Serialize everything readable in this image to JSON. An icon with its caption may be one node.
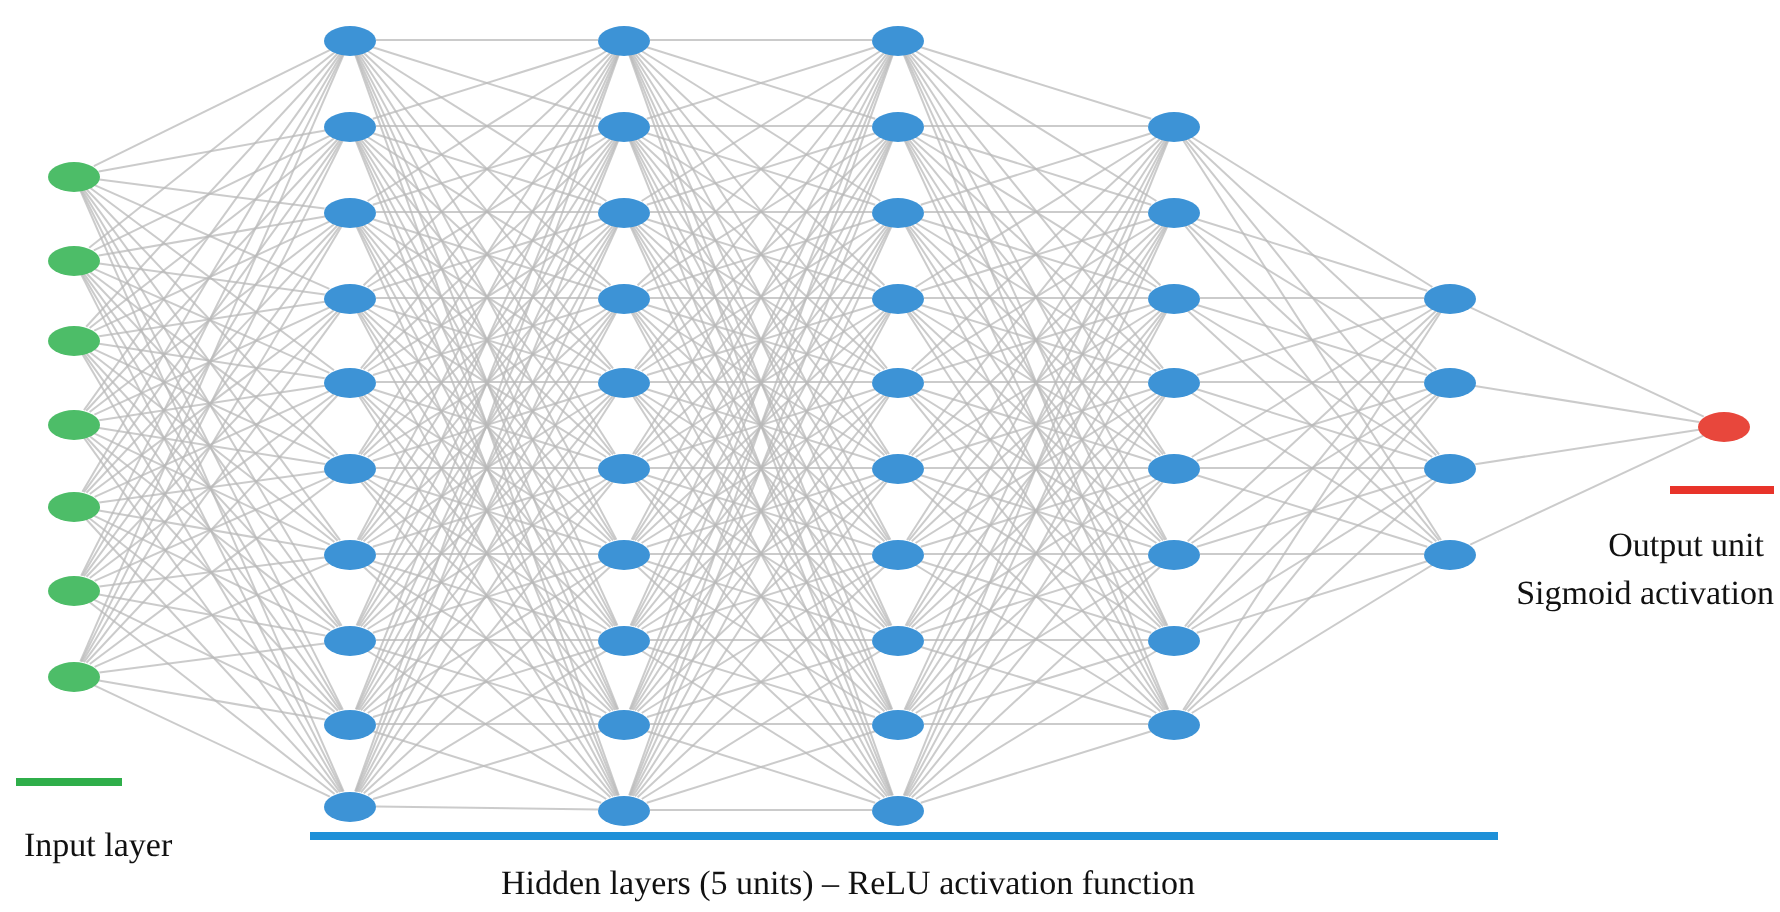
{
  "diagram": {
    "nodes": [
      {
        "text": [],
        "shape": "circle"
      },
      {
        "text": [],
        "shape": "circle"
      },
      {
        "text": [],
        "shape": "circle"
      },
      {
        "text": [],
        "shape": "circle"
      },
      {
        "text": [],
        "shape": "circle"
      },
      {
        "text": [],
        "shape": "circle"
      },
      {
        "text": [],
        "shape": "circle"
      },
      {
        "text": [],
        "shape": "circle"
      },
      {
        "text": [],
        "shape": "circle"
      },
      {
        "text": [],
        "shape": "circle"
      },
      {
        "text": [],
        "shape": "circle"
      },
      {
        "text": [],
        "shape": "circle"
      },
      {
        "text": [],
        "shape": "circle"
      },
      {
        "text": [],
        "shape": "circle"
      },
      {
        "text": [],
        "shape": "circle"
      },
      {
        "text": [],
        "shape": "circle"
      },
      {
        "text": [],
        "shape": "circle"
      },
      {
        "text": [],
        "shape": "circle"
      },
      {
        "text": [],
        "shape": "circle"
      },
      {
        "text": [],
        "shape": "circle"
      },
      {
        "text": [],
        "shape": "circle"
      },
      {
        "text": [],
        "shape": "circle"
      },
      {
        "text": [],
        "shape": "circle"
      },
      {
        "text": [],
        "shape": "circle"
      },
      {
        "text": [],
        "shape": "circle"
      },
      {
        "text": [],
        "shape": "circle"
      },
      {
        "text": [],
        "shape": "circle"
      },
      {
        "text": [],
        "shape": "circle"
      },
      {
        "text": [],
        "shape": "circle"
      },
      {
        "text": [],
        "shape": "circle"
      },
      {
        "text": [],
        "shape": "circle"
      },
      {
        "text": [],
        "shape": "circle"
      },
      {
        "text": [],
        "shape": "circle"
      },
      {
        "text": [],
        "shape": "circle"
      },
      {
        "text": [],
        "shape": "circle"
      },
      {
        "text": [],
        "shape": "circle"
      },
      {
        "text": [],
        "shape": "circle"
      },
      {
        "text": [],
        "shape": "circle"
      },
      {
        "text": [],
        "shape": "circle"
      },
      {
        "text": [],
        "shape": "circle"
      },
      {
        "text": [],
        "shape": "circle"
      },
      {
        "text": [],
        "shape": "circle"
      },
      {
        "text": [],
        "shape": "circle"
      },
      {
        "text": [],
        "shape": "circle"
      },
      {
        "text": [],
        "shape": "circle"
      },
      {
        "text": [],
        "shape": "circle"
      },
      {
        "text": [],
        "shape": "circle"
      },
      {
        "text": [],
        "shape": "circle"
      },
      {
        "text": [],
        "shape": "circle"
      },
      {
        "text": [],
        "shape": "circle"
      }
    ],
    "edges": [
      {
        "from": 0,
        "to": 7,
        "arrow": "none"
      },
      {
        "from": 0,
        "to": 8,
        "arrow": "none"
      },
      {
        "from": 0,
        "to": 9,
        "arrow": "none"
      },
      {
        "from": 0,
        "to": 10,
        "arrow": "none"
      },
      {
        "from": 0,
        "to": 11,
        "arrow": "none"
      },
      {
        "from": 0,
        "to": 12,
        "arrow": "none"
      },
      {
        "from": 0,
        "to": 13,
        "arrow": "none"
      },
      {
        "from": 0,
        "to": 14,
        "arrow": "none"
      },
      {
        "from": 0,
        "to": 15,
        "arrow": "none"
      },
      {
        "from": 0,
        "to": 16,
        "arrow": "none"
      },
      {
        "from": 1,
        "to": 7,
        "arrow": "none"
      },
      {
        "from": 1,
        "to": 8,
        "arrow": "none"
      },
      {
        "from": 1,
        "to": 9,
        "arrow": "none"
      },
      {
        "from": 1,
        "to": 10,
        "arrow": "none"
      },
      {
        "from": 1,
        "to": 11,
        "arrow": "none"
      },
      {
        "from": 1,
        "to": 12,
        "arrow": "none"
      },
      {
        "from": 1,
        "to": 13,
        "arrow": "none"
      },
      {
        "from": 1,
        "to": 14,
        "arrow": "none"
      },
      {
        "from": 1,
        "to": 15,
        "arrow": "none"
      },
      {
        "from": 1,
        "to": 16,
        "arrow": "none"
      },
      {
        "from": 2,
        "to": 7,
        "arrow": "none"
      },
      {
        "from": 2,
        "to": 8,
        "arrow": "none"
      },
      {
        "from": 2,
        "to": 9,
        "arrow": "none"
      },
      {
        "from": 2,
        "to": 10,
        "arrow": "none"
      },
      {
        "from": 2,
        "to": 11,
        "arrow": "none"
      },
      {
        "from": 2,
        "to": 12,
        "arrow": "none"
      },
      {
        "from": 2,
        "to": 13,
        "arrow": "none"
      },
      {
        "from": 2,
        "to": 14,
        "arrow": "none"
      },
      {
        "from": 2,
        "to": 15,
        "arrow": "none"
      },
      {
        "from": 2,
        "to": 16,
        "arrow": "none"
      },
      {
        "from": 3,
        "to": 7,
        "arrow": "none"
      },
      {
        "from": 3,
        "to": 8,
        "arrow": "none"
      },
      {
        "from": 3,
        "to": 9,
        "arrow": "none"
      },
      {
        "from": 3,
        "to": 10,
        "arrow": "none"
      },
      {
        "from": 3,
        "to": 11,
        "arrow": "none"
      },
      {
        "from": 3,
        "to": 12,
        "arrow": "none"
      },
      {
        "from": 3,
        "to": 13,
        "arrow": "none"
      },
      {
        "from": 3,
        "to": 14,
        "arrow": "none"
      },
      {
        "from": 3,
        "to": 15,
        "arrow": "none"
      },
      {
        "from": 3,
        "to": 16,
        "arrow": "none"
      },
      {
        "from": 4,
        "to": 7,
        "arrow": "none"
      },
      {
        "from": 4,
        "to": 8,
        "arrow": "none"
      },
      {
        "from": 4,
        "to": 9,
        "arrow": "none"
      },
      {
        "from": 4,
        "to": 10,
        "arrow": "none"
      },
      {
        "from": 4,
        "to": 11,
        "arrow": "none"
      },
      {
        "from": 4,
        "to": 12,
        "arrow": "none"
      },
      {
        "from": 4,
        "to": 13,
        "arrow": "none"
      },
      {
        "from": 4,
        "to": 14,
        "arrow": "none"
      },
      {
        "from": 4,
        "to": 15,
        "arrow": "none"
      },
      {
        "from": 4,
        "to": 16,
        "arrow": "none"
      },
      {
        "from": 5,
        "to": 7,
        "arrow": "none"
      },
      {
        "from": 5,
        "to": 8,
        "arrow": "none"
      },
      {
        "from": 5,
        "to": 9,
        "arrow": "none"
      },
      {
        "from": 5,
        "to": 10,
        "arrow": "none"
      },
      {
        "from": 5,
        "to": 11,
        "arrow": "none"
      },
      {
        "from": 5,
        "to": 12,
        "arrow": "none"
      },
      {
        "from": 5,
        "to": 13,
        "arrow": "none"
      },
      {
        "from": 5,
        "to": 14,
        "arrow": "none"
      },
      {
        "from": 5,
        "to": 15,
        "arrow": "none"
      },
      {
        "from": 5,
        "to": 16,
        "arrow": "none"
      },
      {
        "from": 6,
        "to": 7,
        "arrow": "none"
      },
      {
        "from": 6,
        "to": 8,
        "arrow": "none"
      },
      {
        "from": 6,
        "to": 9,
        "arrow": "none"
      },
      {
        "from": 6,
        "to": 10,
        "arrow": "none"
      },
      {
        "from": 6,
        "to": 11,
        "arrow": "none"
      },
      {
        "from": 6,
        "to": 12,
        "arrow": "none"
      },
      {
        "from": 6,
        "to": 13,
        "arrow": "none"
      },
      {
        "from": 6,
        "to": 14,
        "arrow": "none"
      },
      {
        "from": 6,
        "to": 15,
        "arrow": "none"
      },
      {
        "from": 6,
        "to": 16,
        "arrow": "none"
      },
      {
        "from": 7,
        "to": 17,
        "arrow": "none"
      },
      {
        "from": 7,
        "to": 18,
        "arrow": "none"
      },
      {
        "from": 7,
        "to": 19,
        "arrow": "none"
      },
      {
        "from": 7,
        "to": 20,
        "arrow": "none"
      },
      {
        "from": 7,
        "to": 21,
        "arrow": "none"
      },
      {
        "from": 7,
        "to": 22,
        "arrow": "none"
      },
      {
        "from": 7,
        "to": 23,
        "arrow": "none"
      },
      {
        "from": 7,
        "to": 24,
        "arrow": "none"
      },
      {
        "from": 7,
        "to": 25,
        "arrow": "none"
      },
      {
        "from": 7,
        "to": 26,
        "arrow": "none"
      },
      {
        "from": 8,
        "to": 17,
        "arrow": "none"
      },
      {
        "from": 8,
        "to": 18,
        "arrow": "none"
      },
      {
        "from": 8,
        "to": 19,
        "arrow": "none"
      },
      {
        "from": 8,
        "to": 20,
        "arrow": "none"
      },
      {
        "from": 8,
        "to": 21,
        "arrow": "none"
      },
      {
        "from": 8,
        "to": 22,
        "arrow": "none"
      },
      {
        "from": 8,
        "to": 23,
        "arrow": "none"
      },
      {
        "from": 8,
        "to": 24,
        "arrow": "none"
      },
      {
        "from": 8,
        "to": 25,
        "arrow": "none"
      },
      {
        "from": 8,
        "to": 26,
        "arrow": "none"
      },
      {
        "from": 9,
        "to": 17,
        "arrow": "none"
      },
      {
        "from": 9,
        "to": 18,
        "arrow": "none"
      },
      {
        "from": 9,
        "to": 19,
        "arrow": "none"
      },
      {
        "from": 9,
        "to": 20,
        "arrow": "none"
      },
      {
        "from": 9,
        "to": 21,
        "arrow": "none"
      },
      {
        "from": 9,
        "to": 22,
        "arrow": "none"
      },
      {
        "from": 9,
        "to": 23,
        "arrow": "none"
      },
      {
        "from": 9,
        "to": 24,
        "arrow": "none"
      },
      {
        "from": 9,
        "to": 25,
        "arrow": "none"
      },
      {
        "from": 9,
        "to": 26,
        "arrow": "none"
      },
      {
        "from": 10,
        "to": 17,
        "arrow": "none"
      },
      {
        "from": 10,
        "to": 18,
        "arrow": "none"
      },
      {
        "from": 10,
        "to": 19,
        "arrow": "none"
      },
      {
        "from": 10,
        "to": 20,
        "arrow": "none"
      },
      {
        "from": 10,
        "to": 21,
        "arrow": "none"
      },
      {
        "from": 10,
        "to": 22,
        "arrow": "none"
      },
      {
        "from": 10,
        "to": 23,
        "arrow": "none"
      },
      {
        "from": 10,
        "to": 24,
        "arrow": "none"
      },
      {
        "from": 10,
        "to": 25,
        "arrow": "none"
      },
      {
        "from": 10,
        "to": 26,
        "arrow": "none"
      },
      {
        "from": 11,
        "to": 17,
        "arrow": "none"
      },
      {
        "from": 11,
        "to": 18,
        "arrow": "none"
      },
      {
        "from": 11,
        "to": 19,
        "arrow": "none"
      },
      {
        "from": 11,
        "to": 20,
        "arrow": "none"
      },
      {
        "from": 11,
        "to": 21,
        "arrow": "none"
      },
      {
        "from": 11,
        "to": 22,
        "arrow": "none"
      },
      {
        "from": 11,
        "to": 23,
        "arrow": "none"
      },
      {
        "from": 11,
        "to": 24,
        "arrow": "none"
      },
      {
        "from": 11,
        "to": 25,
        "arrow": "none"
      },
      {
        "from": 11,
        "to": 26,
        "arrow": "none"
      },
      {
        "from": 12,
        "to": 17,
        "arrow": "none"
      },
      {
        "from": 12,
        "to": 18,
        "arrow": "none"
      },
      {
        "from": 12,
        "to": 19,
        "arrow": "none"
      },
      {
        "from": 12,
        "to": 20,
        "arrow": "none"
      },
      {
        "from": 12,
        "to": 21,
        "arrow": "none"
      },
      {
        "from": 12,
        "to": 22,
        "arrow": "none"
      },
      {
        "from": 12,
        "to": 23,
        "arrow": "none"
      },
      {
        "from": 12,
        "to": 24,
        "arrow": "none"
      },
      {
        "from": 12,
        "to": 25,
        "arrow": "none"
      },
      {
        "from": 12,
        "to": 26,
        "arrow": "none"
      },
      {
        "from": 13,
        "to": 17,
        "arrow": "none"
      },
      {
        "from": 13,
        "to": 18,
        "arrow": "none"
      },
      {
        "from": 13,
        "to": 19,
        "arrow": "none"
      },
      {
        "from": 13,
        "to": 20,
        "arrow": "none"
      },
      {
        "from": 13,
        "to": 21,
        "arrow": "none"
      },
      {
        "from": 13,
        "to": 22,
        "arrow": "none"
      },
      {
        "from": 13,
        "to": 23,
        "arrow": "none"
      },
      {
        "from": 13,
        "to": 24,
        "arrow": "none"
      },
      {
        "from": 13,
        "to": 25,
        "arrow": "none"
      },
      {
        "from": 13,
        "to": 26,
        "arrow": "none"
      },
      {
        "from": 14,
        "to": 17,
        "arrow": "none"
      },
      {
        "from": 14,
        "to": 18,
        "arrow": "none"
      },
      {
        "from": 14,
        "to": 19,
        "arrow": "none"
      },
      {
        "from": 14,
        "to": 20,
        "arrow": "none"
      },
      {
        "from": 14,
        "to": 21,
        "arrow": "none"
      },
      {
        "from": 14,
        "to": 22,
        "arrow": "none"
      },
      {
        "from": 14,
        "to": 23,
        "arrow": "none"
      },
      {
        "from": 14,
        "to": 24,
        "arrow": "none"
      },
      {
        "from": 14,
        "to": 25,
        "arrow": "none"
      },
      {
        "from": 14,
        "to": 26,
        "arrow": "none"
      },
      {
        "from": 15,
        "to": 17,
        "arrow": "none"
      },
      {
        "from": 15,
        "to": 18,
        "arrow": "none"
      },
      {
        "from": 15,
        "to": 19,
        "arrow": "none"
      },
      {
        "from": 15,
        "to": 20,
        "arrow": "none"
      },
      {
        "from": 15,
        "to": 21,
        "arrow": "none"
      },
      {
        "from": 15,
        "to": 22,
        "arrow": "none"
      },
      {
        "from": 15,
        "to": 23,
        "arrow": "none"
      },
      {
        "from": 15,
        "to": 24,
        "arrow": "none"
      },
      {
        "from": 15,
        "to": 25,
        "arrow": "none"
      },
      {
        "from": 15,
        "to": 26,
        "arrow": "none"
      },
      {
        "from": 16,
        "to": 17,
        "arrow": "none"
      },
      {
        "from": 16,
        "to": 18,
        "arrow": "none"
      },
      {
        "from": 16,
        "to": 19,
        "arrow": "none"
      },
      {
        "from": 16,
        "to": 20,
        "arrow": "none"
      },
      {
        "from": 16,
        "to": 21,
        "arrow": "none"
      },
      {
        "from": 16,
        "to": 22,
        "arrow": "none"
      },
      {
        "from": 16,
        "to": 23,
        "arrow": "none"
      },
      {
        "from": 16,
        "to": 24,
        "arrow": "none"
      },
      {
        "from": 16,
        "to": 25,
        "arrow": "none"
      },
      {
        "from": 16,
        "to": 26,
        "arrow": "none"
      },
      {
        "from": 17,
        "to": 27,
        "arrow": "none"
      },
      {
        "from": 17,
        "to": 28,
        "arrow": "none"
      },
      {
        "from": 17,
        "to": 29,
        "arrow": "none"
      },
      {
        "from": 17,
        "to": 30,
        "arrow": "none"
      },
      {
        "from": 17,
        "to": 31,
        "arrow": "none"
      },
      {
        "from": 17,
        "to": 32,
        "arrow": "none"
      },
      {
        "from": 17,
        "to": 33,
        "arrow": "none"
      },
      {
        "from": 17,
        "to": 34,
        "arrow": "none"
      },
      {
        "from": 17,
        "to": 35,
        "arrow": "none"
      },
      {
        "from": 17,
        "to": 36,
        "arrow": "none"
      },
      {
        "from": 18,
        "to": 27,
        "arrow": "none"
      },
      {
        "from": 18,
        "to": 28,
        "arrow": "none"
      },
      {
        "from": 18,
        "to": 29,
        "arrow": "none"
      },
      {
        "from": 18,
        "to": 30,
        "arrow": "none"
      },
      {
        "from": 18,
        "to": 31,
        "arrow": "none"
      },
      {
        "from": 18,
        "to": 32,
        "arrow": "none"
      },
      {
        "from": 18,
        "to": 33,
        "arrow": "none"
      },
      {
        "from": 18,
        "to": 34,
        "arrow": "none"
      },
      {
        "from": 18,
        "to": 35,
        "arrow": "none"
      },
      {
        "from": 18,
        "to": 36,
        "arrow": "none"
      },
      {
        "from": 19,
        "to": 27,
        "arrow": "none"
      },
      {
        "from": 19,
        "to": 28,
        "arrow": "none"
      },
      {
        "from": 19,
        "to": 29,
        "arrow": "none"
      },
      {
        "from": 19,
        "to": 30,
        "arrow": "none"
      },
      {
        "from": 19,
        "to": 31,
        "arrow": "none"
      },
      {
        "from": 19,
        "to": 32,
        "arrow": "none"
      },
      {
        "from": 19,
        "to": 33,
        "arrow": "none"
      },
      {
        "from": 19,
        "to": 34,
        "arrow": "none"
      },
      {
        "from": 19,
        "to": 35,
        "arrow": "none"
      },
      {
        "from": 19,
        "to": 36,
        "arrow": "none"
      },
      {
        "from": 20,
        "to": 27,
        "arrow": "none"
      },
      {
        "from": 20,
        "to": 28,
        "arrow": "none"
      },
      {
        "from": 20,
        "to": 29,
        "arrow": "none"
      },
      {
        "from": 20,
        "to": 30,
        "arrow": "none"
      },
      {
        "from": 20,
        "to": 31,
        "arrow": "none"
      },
      {
        "from": 20,
        "to": 32,
        "arrow": "none"
      },
      {
        "from": 20,
        "to": 33,
        "arrow": "none"
      },
      {
        "from": 20,
        "to": 34,
        "arrow": "none"
      },
      {
        "from": 20,
        "to": 35,
        "arrow": "none"
      },
      {
        "from": 20,
        "to": 36,
        "arrow": "none"
      },
      {
        "from": 21,
        "to": 27,
        "arrow": "none"
      },
      {
        "from": 21,
        "to": 28,
        "arrow": "none"
      },
      {
        "from": 21,
        "to": 29,
        "arrow": "none"
      },
      {
        "from": 21,
        "to": 30,
        "arrow": "none"
      },
      {
        "from": 21,
        "to": 31,
        "arrow": "none"
      },
      {
        "from": 21,
        "to": 32,
        "arrow": "none"
      },
      {
        "from": 21,
        "to": 33,
        "arrow": "none"
      },
      {
        "from": 21,
        "to": 34,
        "arrow": "none"
      },
      {
        "from": 21,
        "to": 35,
        "arrow": "none"
      },
      {
        "from": 21,
        "to": 36,
        "arrow": "none"
      },
      {
        "from": 22,
        "to": 27,
        "arrow": "none"
      },
      {
        "from": 22,
        "to": 28,
        "arrow": "none"
      },
      {
        "from": 22,
        "to": 29,
        "arrow": "none"
      },
      {
        "from": 22,
        "to": 30,
        "arrow": "none"
      },
      {
        "from": 22,
        "to": 31,
        "arrow": "none"
      },
      {
        "from": 22,
        "to": 32,
        "arrow": "none"
      },
      {
        "from": 22,
        "to": 33,
        "arrow": "none"
      },
      {
        "from": 22,
        "to": 34,
        "arrow": "none"
      },
      {
        "from": 22,
        "to": 35,
        "arrow": "none"
      },
      {
        "from": 22,
        "to": 36,
        "arrow": "none"
      },
      {
        "from": 23,
        "to": 27,
        "arrow": "none"
      },
      {
        "from": 23,
        "to": 28,
        "arrow": "none"
      },
      {
        "from": 23,
        "to": 29,
        "arrow": "none"
      },
      {
        "from": 23,
        "to": 30,
        "arrow": "none"
      },
      {
        "from": 23,
        "to": 31,
        "arrow": "none"
      },
      {
        "from": 23,
        "to": 32,
        "arrow": "none"
      },
      {
        "from": 23,
        "to": 33,
        "arrow": "none"
      },
      {
        "from": 23,
        "to": 34,
        "arrow": "none"
      },
      {
        "from": 23,
        "to": 35,
        "arrow": "none"
      },
      {
        "from": 23,
        "to": 36,
        "arrow": "none"
      },
      {
        "from": 24,
        "to": 27,
        "arrow": "none"
      },
      {
        "from": 24,
        "to": 28,
        "arrow": "none"
      },
      {
        "from": 24,
        "to": 29,
        "arrow": "none"
      },
      {
        "from": 24,
        "to": 30,
        "arrow": "none"
      },
      {
        "from": 24,
        "to": 31,
        "arrow": "none"
      },
      {
        "from": 24,
        "to": 32,
        "arrow": "none"
      },
      {
        "from": 24,
        "to": 33,
        "arrow": "none"
      },
      {
        "from": 24,
        "to": 34,
        "arrow": "none"
      },
      {
        "from": 24,
        "to": 35,
        "arrow": "none"
      },
      {
        "from": 24,
        "to": 36,
        "arrow": "none"
      },
      {
        "from": 25,
        "to": 27,
        "arrow": "none"
      },
      {
        "from": 25,
        "to": 28,
        "arrow": "none"
      },
      {
        "from": 25,
        "to": 29,
        "arrow": "none"
      },
      {
        "from": 25,
        "to": 30,
        "arrow": "none"
      },
      {
        "from": 25,
        "to": 31,
        "arrow": "none"
      },
      {
        "from": 25,
        "to": 32,
        "arrow": "none"
      },
      {
        "from": 25,
        "to": 33,
        "arrow": "none"
      },
      {
        "from": 25,
        "to": 34,
        "arrow": "none"
      },
      {
        "from": 25,
        "to": 35,
        "arrow": "none"
      },
      {
        "from": 25,
        "to": 36,
        "arrow": "none"
      },
      {
        "from": 26,
        "to": 27,
        "arrow": "none"
      },
      {
        "from": 26,
        "to": 28,
        "arrow": "none"
      },
      {
        "from": 26,
        "to": 29,
        "arrow": "none"
      },
      {
        "from": 26,
        "to": 30,
        "arrow": "none"
      },
      {
        "from": 26,
        "to": 31,
        "arrow": "none"
      },
      {
        "from": 26,
        "to": 32,
        "arrow": "none"
      },
      {
        "from": 26,
        "to": 33,
        "arrow": "none"
      },
      {
        "from": 26,
        "to": 34,
        "arrow": "none"
      },
      {
        "from": 26,
        "to": 35,
        "arrow": "none"
      },
      {
        "from": 26,
        "to": 36,
        "arrow": "none"
      },
      {
        "from": 27,
        "to": 37,
        "arrow": "none"
      },
      {
        "from": 27,
        "to": 38,
        "arrow": "none"
      },
      {
        "from": 27,
        "to": 39,
        "arrow": "none"
      },
      {
        "from": 27,
        "to": 40,
        "arrow": "none"
      },
      {
        "from": 27,
        "to": 41,
        "arrow": "none"
      },
      {
        "from": 27,
        "to": 42,
        "arrow": "none"
      },
      {
        "from": 27,
        "to": 43,
        "arrow": "none"
      },
      {
        "from": 27,
        "to": 44,
        "arrow": "none"
      },
      {
        "from": 28,
        "to": 37,
        "arrow": "none"
      },
      {
        "from": 28,
        "to": 38,
        "arrow": "none"
      },
      {
        "from": 28,
        "to": 39,
        "arrow": "none"
      },
      {
        "from": 28,
        "to": 40,
        "arrow": "none"
      },
      {
        "from": 28,
        "to": 41,
        "arrow": "none"
      },
      {
        "from": 28,
        "to": 42,
        "arrow": "none"
      },
      {
        "from": 28,
        "to": 43,
        "arrow": "none"
      },
      {
        "from": 28,
        "to": 44,
        "arrow": "none"
      },
      {
        "from": 29,
        "to": 37,
        "arrow": "none"
      },
      {
        "from": 29,
        "to": 38,
        "arrow": "none"
      },
      {
        "from": 29,
        "to": 39,
        "arrow": "none"
      },
      {
        "from": 29,
        "to": 40,
        "arrow": "none"
      },
      {
        "from": 29,
        "to": 41,
        "arrow": "none"
      },
      {
        "from": 29,
        "to": 42,
        "arrow": "none"
      },
      {
        "from": 29,
        "to": 43,
        "arrow": "none"
      },
      {
        "from": 29,
        "to": 44,
        "arrow": "none"
      },
      {
        "from": 30,
        "to": 37,
        "arrow": "none"
      },
      {
        "from": 30,
        "to": 38,
        "arrow": "none"
      },
      {
        "from": 30,
        "to": 39,
        "arrow": "none"
      },
      {
        "from": 30,
        "to": 40,
        "arrow": "none"
      },
      {
        "from": 30,
        "to": 41,
        "arrow": "none"
      },
      {
        "from": 30,
        "to": 42,
        "arrow": "none"
      },
      {
        "from": 30,
        "to": 43,
        "arrow": "none"
      },
      {
        "from": 30,
        "to": 44,
        "arrow": "none"
      },
      {
        "from": 31,
        "to": 37,
        "arrow": "none"
      },
      {
        "from": 31,
        "to": 38,
        "arrow": "none"
      },
      {
        "from": 31,
        "to": 39,
        "arrow": "none"
      },
      {
        "from": 31,
        "to": 40,
        "arrow": "none"
      },
      {
        "from": 31,
        "to": 41,
        "arrow": "none"
      },
      {
        "from": 31,
        "to": 42,
        "arrow": "none"
      },
      {
        "from": 31,
        "to": 43,
        "arrow": "none"
      },
      {
        "from": 31,
        "to": 44,
        "arrow": "none"
      },
      {
        "from": 32,
        "to": 37,
        "arrow": "none"
      },
      {
        "from": 32,
        "to": 38,
        "arrow": "none"
      },
      {
        "from": 32,
        "to": 39,
        "arrow": "none"
      },
      {
        "from": 32,
        "to": 40,
        "arrow": "none"
      },
      {
        "from": 32,
        "to": 41,
        "arrow": "none"
      },
      {
        "from": 32,
        "to": 42,
        "arrow": "none"
      },
      {
        "from": 32,
        "to": 43,
        "arrow": "none"
      },
      {
        "from": 32,
        "to": 44,
        "arrow": "none"
      },
      {
        "from": 33,
        "to": 37,
        "arrow": "none"
      },
      {
        "from": 33,
        "to": 38,
        "arrow": "none"
      },
      {
        "from": 33,
        "to": 39,
        "arrow": "none"
      },
      {
        "from": 33,
        "to": 40,
        "arrow": "none"
      },
      {
        "from": 33,
        "to": 41,
        "arrow": "none"
      },
      {
        "from": 33,
        "to": 42,
        "arrow": "none"
      },
      {
        "from": 33,
        "to": 43,
        "arrow": "none"
      },
      {
        "from": 33,
        "to": 44,
        "arrow": "none"
      },
      {
        "from": 34,
        "to": 37,
        "arrow": "none"
      },
      {
        "from": 34,
        "to": 38,
        "arrow": "none"
      },
      {
        "from": 34,
        "to": 39,
        "arrow": "none"
      },
      {
        "from": 34,
        "to": 40,
        "arrow": "none"
      },
      {
        "from": 34,
        "to": 41,
        "arrow": "none"
      },
      {
        "from": 34,
        "to": 42,
        "arrow": "none"
      },
      {
        "from": 34,
        "to": 43,
        "arrow": "none"
      },
      {
        "from": 34,
        "to": 44,
        "arrow": "none"
      },
      {
        "from": 35,
        "to": 37,
        "arrow": "none"
      },
      {
        "from": 35,
        "to": 38,
        "arrow": "none"
      },
      {
        "from": 35,
        "to": 39,
        "arrow": "none"
      },
      {
        "from": 35,
        "to": 40,
        "arrow": "none"
      },
      {
        "from": 35,
        "to": 41,
        "arrow": "none"
      },
      {
        "from": 35,
        "to": 42,
        "arrow": "none"
      },
      {
        "from": 35,
        "to": 43,
        "arrow": "none"
      },
      {
        "from": 35,
        "to": 44,
        "arrow": "none"
      },
      {
        "from": 36,
        "to": 37,
        "arrow": "none"
      },
      {
        "from": 36,
        "to": 38,
        "arrow": "none"
      },
      {
        "from": 36,
        "to": 39,
        "arrow": "none"
      },
      {
        "from": 36,
        "to": 40,
        "arrow": "none"
      },
      {
        "from": 36,
        "to": 41,
        "arrow": "none"
      },
      {
        "from": 36,
        "to": 42,
        "arrow": "none"
      },
      {
        "from": 36,
        "to": 43,
        "arrow": "none"
      },
      {
        "from": 36,
        "to": 44,
        "arrow": "none"
      },
      {
        "from": 37,
        "to": 45,
        "arrow": "none"
      },
      {
        "from": 37,
        "to": 46,
        "arrow": "none"
      },
      {
        "from": 37,
        "to": 47,
        "arrow": "none"
      },
      {
        "from": 37,
        "to": 48,
        "arrow": "none"
      },
      {
        "from": 38,
        "to": 45,
        "arrow": "none"
      },
      {
        "from": 38,
        "to": 46,
        "arrow": "none"
      },
      {
        "from": 38,
        "to": 47,
        "arrow": "none"
      },
      {
        "from": 38,
        "to": 48,
        "arrow": "none"
      },
      {
        "from": 39,
        "to": 45,
        "arrow": "none"
      },
      {
        "from": 39,
        "to": 46,
        "arrow": "none"
      },
      {
        "from": 39,
        "to": 47,
        "arrow": "none"
      },
      {
        "from": 39,
        "to": 48,
        "arrow": "none"
      },
      {
        "from": 40,
        "to": 45,
        "arrow": "none"
      },
      {
        "from": 40,
        "to": 46,
        "arrow": "none"
      },
      {
        "from": 40,
        "to": 47,
        "arrow": "none"
      },
      {
        "from": 40,
        "to": 48,
        "arrow": "none"
      },
      {
        "from": 41,
        "to": 45,
        "arrow": "none"
      },
      {
        "from": 41,
        "to": 46,
        "arrow": "none"
      },
      {
        "from": 41,
        "to": 47,
        "arrow": "none"
      },
      {
        "from": 41,
        "to": 48,
        "arrow": "none"
      },
      {
        "from": 42,
        "to": 45,
        "arrow": "none"
      },
      {
        "from": 42,
        "to": 46,
        "arrow": "none"
      },
      {
        "from": 42,
        "to": 47,
        "arrow": "none"
      },
      {
        "from": 42,
        "to": 48,
        "arrow": "none"
      },
      {
        "from": 43,
        "to": 45,
        "arrow": "none"
      },
      {
        "from": 43,
        "to": 46,
        "arrow": "none"
      },
      {
        "from": 43,
        "to": 47,
        "arrow": "none"
      },
      {
        "from": 43,
        "to": 48,
        "arrow": "none"
      },
      {
        "from": 44,
        "to": 45,
        "arrow": "none"
      },
      {
        "from": 44,
        "to": 46,
        "arrow": "none"
      },
      {
        "from": 44,
        "to": 47,
        "arrow": "none"
      },
      {
        "from": 44,
        "to": 48,
        "arrow": "none"
      },
      {
        "from": 45,
        "to": 49,
        "arrow": "none"
      },
      {
        "from": 46,
        "to": 49,
        "arrow": "none"
      },
      {
        "from": 47,
        "to": 49,
        "arrow": "none"
      },
      {
        "from": 48,
        "to": 49,
        "arrow": "none"
      }
    ],
    "labels": [
      "Input layer",
      "Hidden layers (5 units) – ReLU activation function",
      "Output unit",
      "Sigmoid activation"
    ]
  }
}
